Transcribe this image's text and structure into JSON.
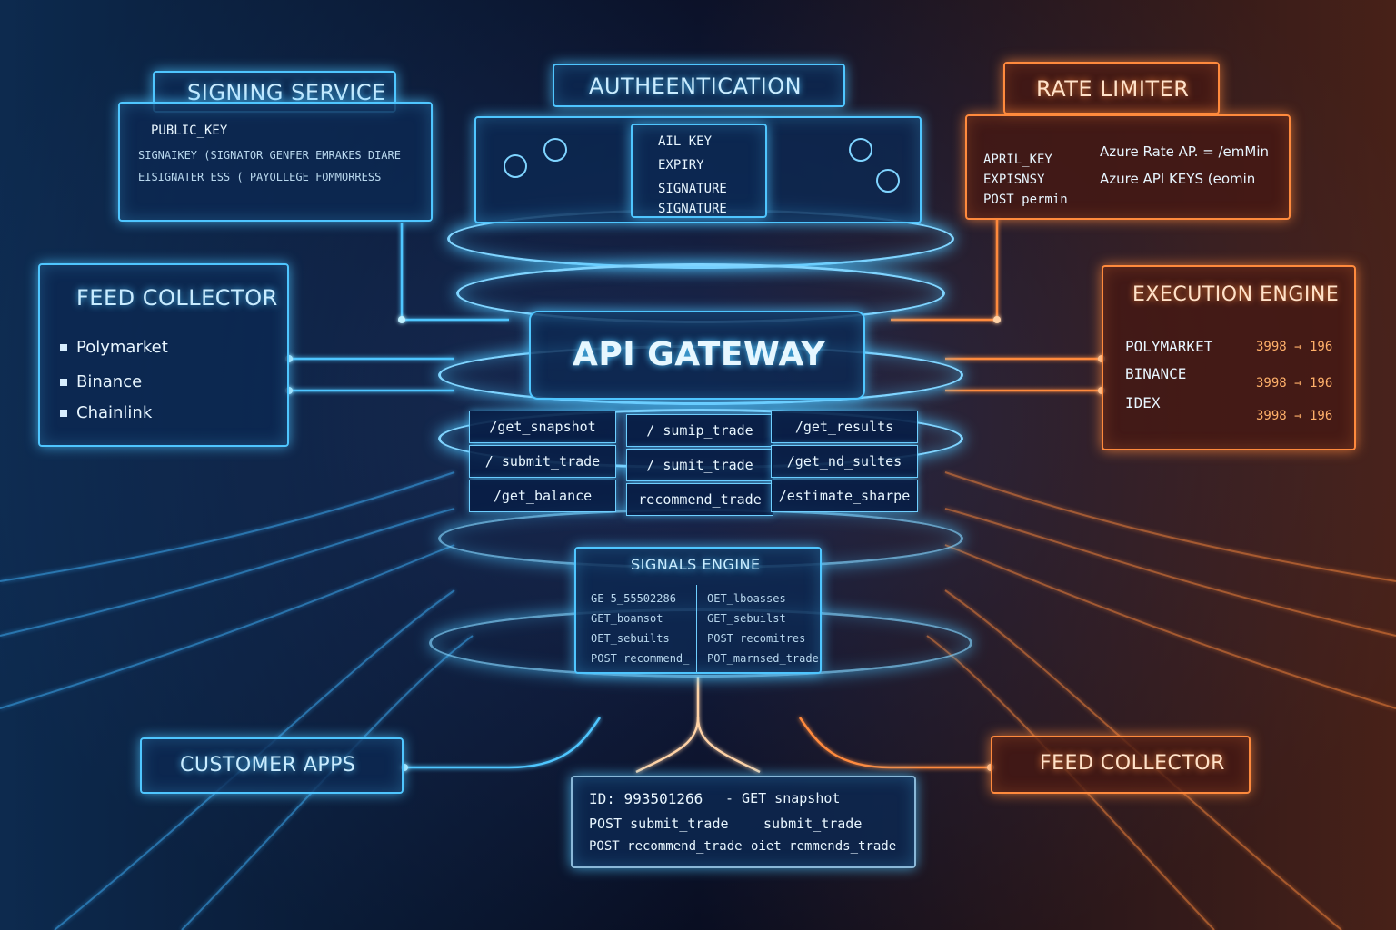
{
  "central": {
    "title": "API GATEWAY",
    "endpoints": [
      [
        "/get_snapshot",
        "/ sumip_trade",
        "/get_results"
      ],
      [
        "/ submit_trade",
        "/ sumit_trade",
        "/get_nd_sultes"
      ],
      [
        "/get_balance",
        "recommend_trade",
        "/estimate_sharpe"
      ]
    ]
  },
  "authentication": {
    "title": "AUTHEENTICATION",
    "fields": [
      "AIL KEY",
      "EXPIRY",
      "SIGNATURE",
      "SIGNATURE"
    ]
  },
  "signing_service": {
    "title": "SIGNING SERVICE",
    "lines": [
      "PUBLIC_KEY",
      "SIGNAIKEY (SIGNATOR GENFER EMRAKES DIARE",
      "EISIGNATER ESS ( PAYOLLEGE FOMMORRESS"
    ]
  },
  "feed_collector_left": {
    "title": "FEED COLLECTOR",
    "items": [
      "Polymarket",
      "Binance",
      "Chainlink"
    ]
  },
  "rate_limiter": {
    "title": "RATE LIMITER",
    "left": [
      "APRIL_KEY",
      "EXPISNSY",
      "POST permin"
    ],
    "right": [
      "Azure Rate AP. = /emMin",
      "Azure API KEYS (eomin"
    ]
  },
  "execution_engine": {
    "title": "EXECUTION ENGINE",
    "items": [
      {
        "name": "POLYMARKET",
        "value": "3998 → 196"
      },
      {
        "name": "BINANCE",
        "value": "3998 → 196"
      },
      {
        "name": "IDEX",
        "value": "3998 → 196"
      }
    ]
  },
  "signals_engine": {
    "title": "SIGNALS ENGINE",
    "left": [
      "GE 5_55502286",
      "GET_boansot",
      "OET_sebuilts",
      "POST recommend_"
    ],
    "right": [
      "OET_lboasses",
      "GET_sebuilst",
      "POST recomitres",
      "POT_marnsed_trade"
    ]
  },
  "customer_apps": {
    "title": "CUSTOMER APPS"
  },
  "feed_collector_right": {
    "title": "FEED COLLECTOR"
  },
  "log": {
    "lines": [
      {
        "left": "ID: 993501266",
        "right": "- GET  snapshot"
      },
      {
        "left": "POST submit_trade",
        "right": "submit_trade"
      },
      {
        "left": "POST recommend_trade",
        "right": "oiet remmends_trade"
      }
    ]
  },
  "colors": {
    "blue": "#4fc6ff",
    "orange": "#ff8a3d"
  }
}
